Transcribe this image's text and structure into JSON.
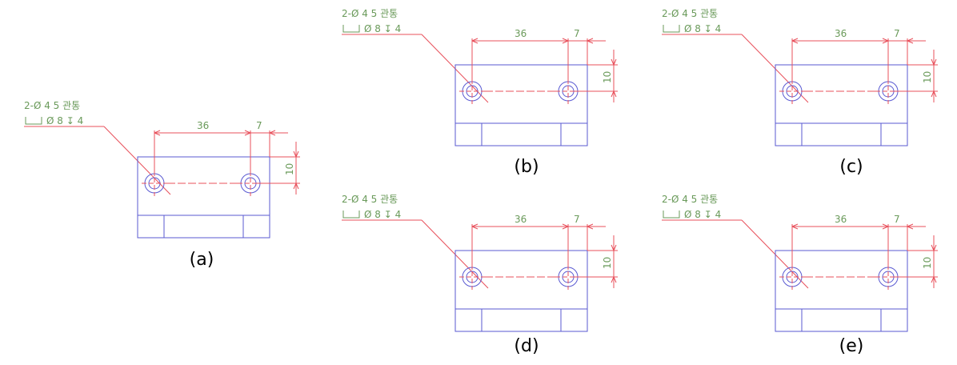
{
  "colors": {
    "outline": "#5a5ad2",
    "dimension": "#e8505b",
    "note_text": "#6a9a5a",
    "caption": "#000000"
  },
  "note": {
    "line1": "2-Ø  4 5 관통",
    "line2": "Ø  8 ↧ 4"
  },
  "dimensions": {
    "hole_spacing": "36",
    "edge_offset": "7",
    "height_offset": "10"
  },
  "panels": [
    {
      "caption": "(a)"
    },
    {
      "caption": "(b)"
    },
    {
      "caption": "(c)"
    },
    {
      "caption": "(d)"
    },
    {
      "caption": "(e)"
    }
  ]
}
